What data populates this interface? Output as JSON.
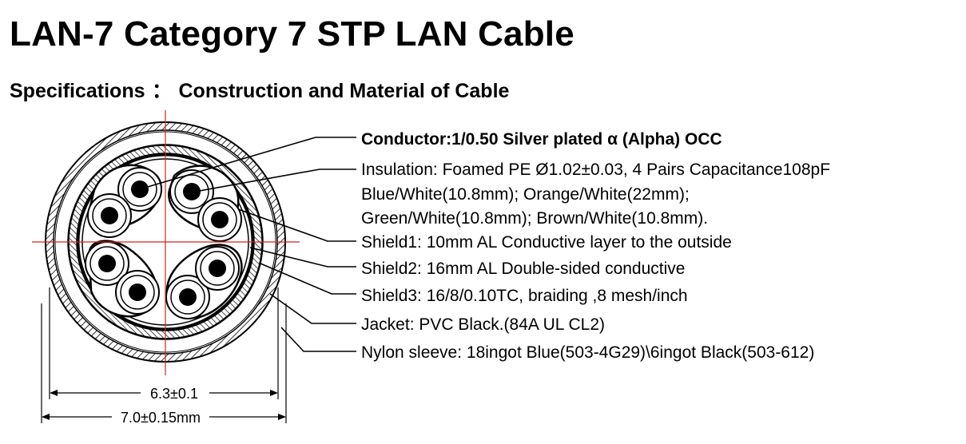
{
  "title": "LAN-7 Category 7 STP LAN Cable",
  "subtitle": {
    "left": "Specifications",
    "separator": "：",
    "right": "Construction and Material of Cable"
  },
  "labels": {
    "conductor": "Conductor:1/0.50 Silver plated α (Alpha) OCC",
    "insulation_1": "Insulation: Foamed  PE Ø1.02±0.03, 4 Pairs Capacitance108pF",
    "insulation_2": "Blue/White(10.8mm); Orange/White(22mm);",
    "insulation_3": "Green/White(10.8mm); Brown/White(10.8mm).",
    "shield1": "Shield1: 10mm  AL Conductive layer to the outside",
    "shield2": "Shield2: 16mm  AL Double-sided conductive",
    "shield3": "Shield3: 16/8/0.10TC, braiding ,8 mesh/inch",
    "jacket": "Jacket: PVC Black.(84A UL CL2)",
    "nylon": "Nylon sleeve: 18ingot Blue(503-4G29)\\6ingot Black(503-612)"
  },
  "dimensions": {
    "inner": "6.3±0.1",
    "outer": "7.0±0.15mm"
  },
  "colors": {
    "crosshair": "#d62020",
    "line": "#000000"
  }
}
